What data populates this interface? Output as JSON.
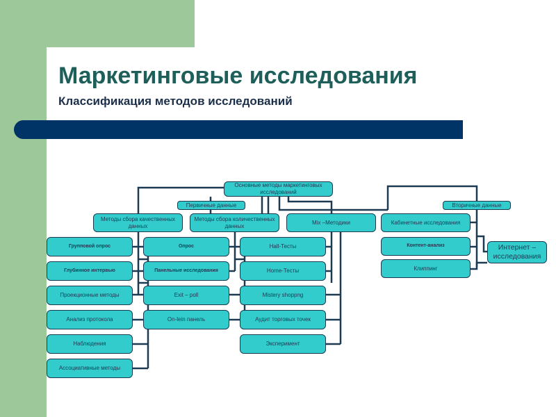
{
  "title": "Маркетинговые исследования",
  "subtitle": "Классификация методов исследований",
  "diagram": {
    "root": "Основные методы маркетинговых исследований",
    "primary": "Первичные данные",
    "secondary": "Вторичные данные",
    "qualitative": "Методы сбора качественных данных",
    "quantitative": "Методы сбора количественных данных",
    "mix": "Mix –Методики",
    "desk": "Кабинетные исследования",
    "internet": "Интернет – исследования",
    "qual_items": [
      "Групповой опрос",
      "Глубинное интервью",
      "Проекционные методы",
      "Анализ протокола",
      "Наблюдения",
      "Ассоциативные методы"
    ],
    "quant_items": [
      "Опрос",
      "Панельные исследования",
      "Exit – poll",
      "On-lein  панель"
    ],
    "mix_items": [
      "Hall-Тесты",
      "Home-Тесты",
      "Mistery shoppng",
      "Аудит торговых точек",
      "Эксперимент"
    ],
    "desk_items": [
      "Контент-анализ",
      "Клиппинг"
    ]
  }
}
